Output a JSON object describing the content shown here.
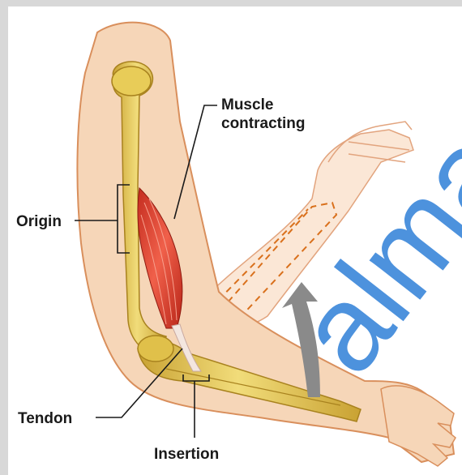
{
  "labels": {
    "muscle_line1": "Muscle",
    "muscle_line2": "contracting",
    "origin": "Origin",
    "tendon": "Tendon",
    "insertion": "Insertion"
  },
  "watermark": "alma",
  "colors": {
    "skin": "#f6d6b8",
    "skin_outline": "#d98f5c",
    "bone": "#e2c24a",
    "bone_shade": "#b8952a",
    "muscle": "#d83a2a",
    "dashed_outline": "#d9701c",
    "arrow": "#8a8a8a",
    "watermark": "#2f7fd8"
  }
}
